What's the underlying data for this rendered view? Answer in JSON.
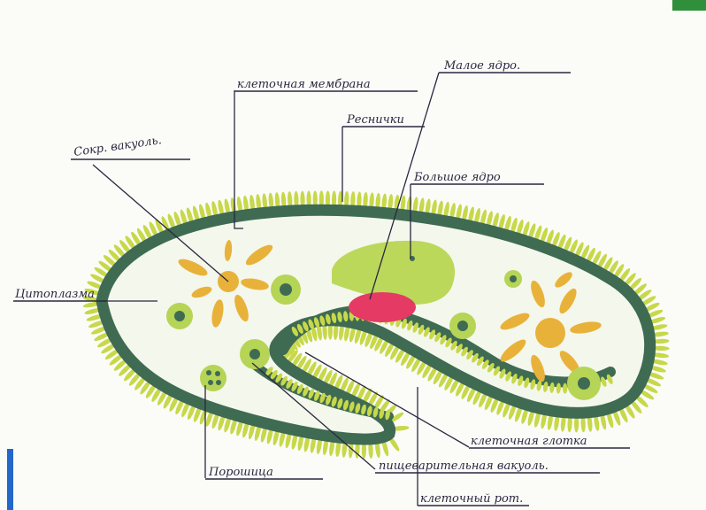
{
  "labels": {
    "cell_membrane": "клеточная мембрана",
    "micronucleus": "Малое ядро.",
    "cilia": "Реснички",
    "contractile_vacuole": "Сокр. вакуоль.",
    "macronucleus": "Большое ядро",
    "cytoplasm": "Цитоплазма",
    "cell_mouth_groove": "клеточная глотка",
    "digestive_vacuole": "пищеварительная вакуоль.",
    "powder": "Порошица",
    "cell_mouth": "клеточный рот."
  },
  "colors": {
    "membrane": "#3f6b53",
    "cilia": "#c7d84a",
    "macronucleus": "#bcd85a",
    "micronucleus": "#e43a63",
    "vacuole_fill": "#b6d456",
    "vacuole_core": "#3f6b53",
    "contractile": "#e8b23a",
    "ink": "#2b2740"
  },
  "icons": [
    "contractile-vacuole-star",
    "digestive-vacuole-circle"
  ]
}
